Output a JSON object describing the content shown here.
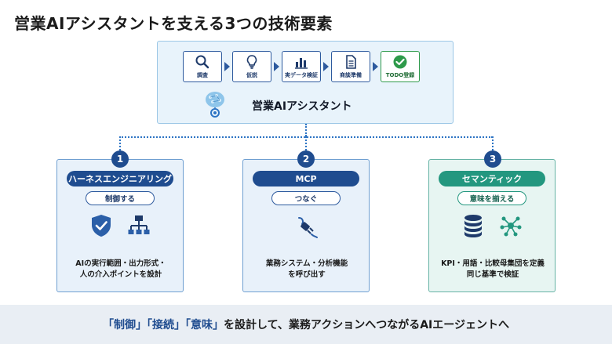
{
  "title": "営業AIアシスタントを支える3つの技術要素",
  "assistant": {
    "label": "営業AIアシスタント",
    "steps": [
      {
        "label": "調査",
        "icon": "search-icon"
      },
      {
        "label": "仮説",
        "icon": "lightbulb-icon"
      },
      {
        "label": "実データ検証",
        "icon": "bar-chart-icon"
      },
      {
        "label": "商談準備",
        "icon": "document-icon"
      },
      {
        "label": "TODO登録",
        "icon": "check-circle-icon"
      }
    ]
  },
  "pillars": [
    {
      "number": "1",
      "name": "ハーネスエンジニアリング",
      "sub": "制御する",
      "icons": [
        "shield-check-icon",
        "hierarchy-icon"
      ],
      "desc_line1": "AIの実行範囲・出力形式・",
      "desc_line2": "人の介入ポイントを設計",
      "color": "#1f4c8f"
    },
    {
      "number": "2",
      "name": "MCP",
      "sub": "つなぐ",
      "icons": [
        "plug-icon"
      ],
      "desc_line1": "業務システム・分析機能",
      "desc_line2": "を呼び出す",
      "color": "#1f4c8f"
    },
    {
      "number": "3",
      "name": "セマンティック",
      "sub": "意味を揃える",
      "icons": [
        "database-icon",
        "network-icon"
      ],
      "desc_line1": "KPI・用語・比較母集団を定義",
      "desc_line2": "同じ基準で検証",
      "color": "#23977f"
    }
  ],
  "banner": {
    "kw1": "「制御」",
    "kw2": "「接続」",
    "kw3": "「意味」",
    "rest": "を設計して、業務アクションへつながるAIエージェントへ"
  }
}
